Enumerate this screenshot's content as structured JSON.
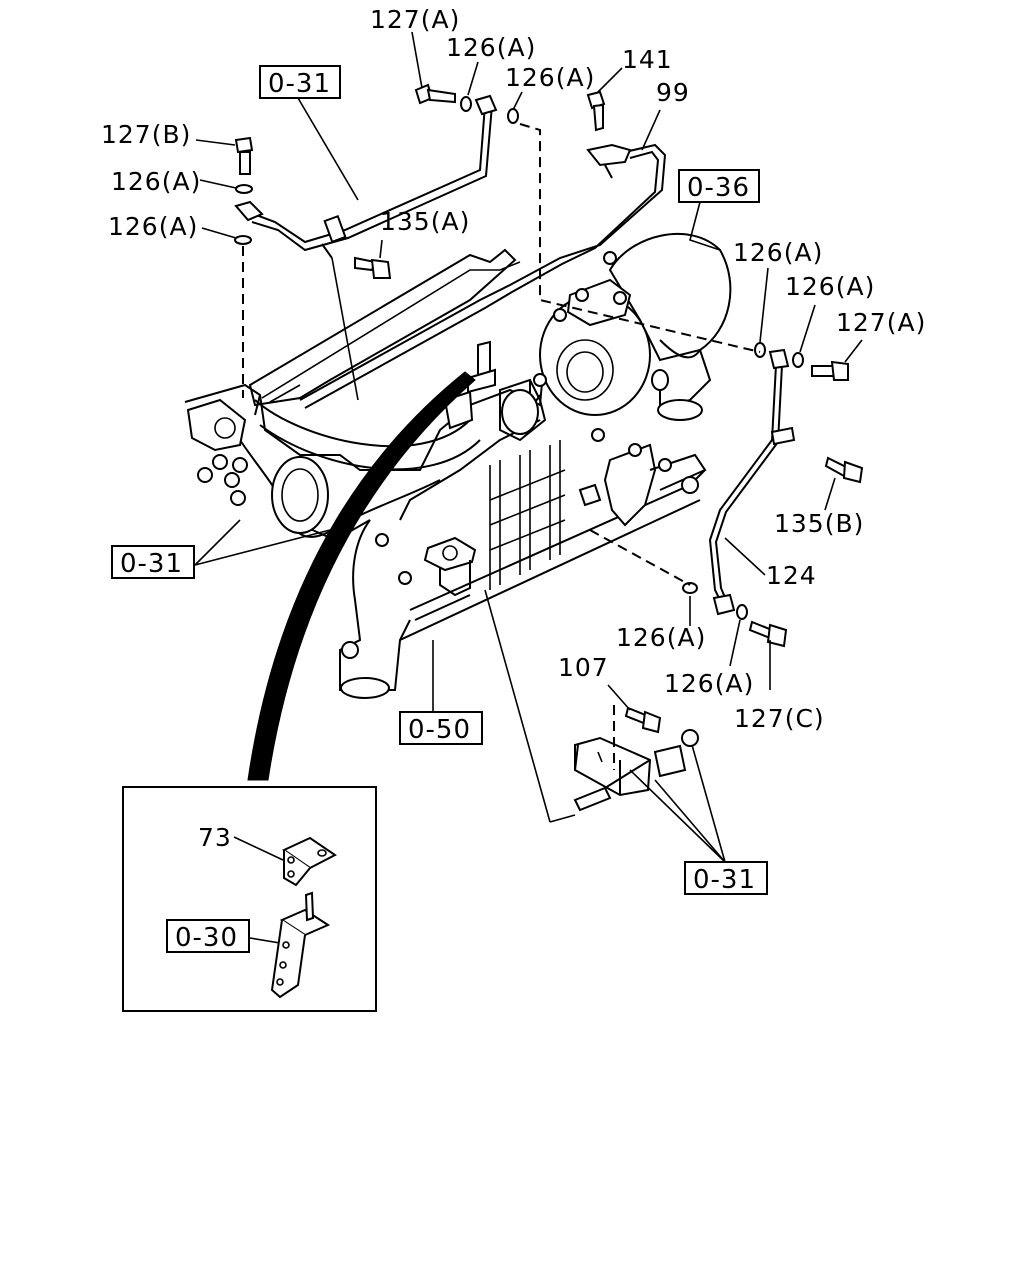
{
  "labels": {
    "p127a_top": "127(A)",
    "p126a_1": "126(A)",
    "p126a_2": "126(A)",
    "p141": "141",
    "p99": "99",
    "p127b": "127(B)",
    "p126a_3": "126(A)",
    "p126a_4": "126(A)",
    "p135a": "135(A)",
    "p126a_5": "126(A)",
    "p126a_6": "126(A)",
    "p127a_right": "127(A)",
    "p135b": "135(B)",
    "p124": "124",
    "p126a_7": "126(A)",
    "p126a_8": "126(A)",
    "p127c": "127(C)",
    "p107": "107",
    "p73": "73"
  },
  "refs": {
    "r031_top": "0-31",
    "r036": "0-36",
    "r031_left": "0-31",
    "r050": "0-50",
    "r031_bottom": "0-31",
    "r030": "0-30"
  }
}
